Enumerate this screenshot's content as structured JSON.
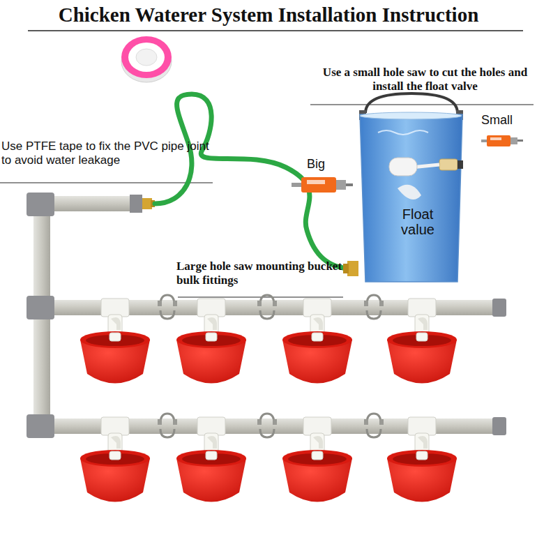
{
  "diagram": {
    "title": "Chicken Waterer System Installation Instruction",
    "nodes": [
      {
        "text": [
          "Float value"
        ]
      }
    ],
    "labels": [
      "Use a small hole saw to cut the holes and install the float valve",
      "Small",
      "Use PTFE tape to fix the PVC pipe joint to avoid water leakage",
      "Big",
      "Large hole saw mounting bucket bulk fittings"
    ]
  }
}
